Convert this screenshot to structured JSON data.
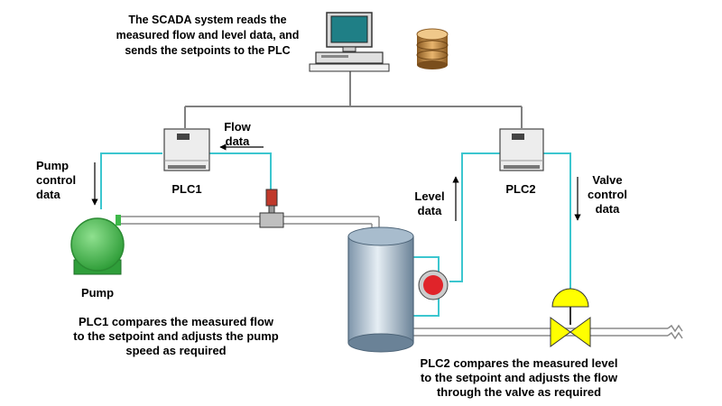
{
  "scada_note": {
    "lines": [
      "The SCADA system reads the",
      "measured flow and level data, and",
      "sends the setpoints to the PLC"
    ]
  },
  "plc1": {
    "label": "PLC1"
  },
  "plc2": {
    "label": "PLC2"
  },
  "flow_data": {
    "lines": [
      "Flow",
      "data"
    ]
  },
  "pump_control_data": {
    "lines": [
      "Pump",
      "control",
      "data"
    ]
  },
  "level_data": {
    "lines": [
      "Level",
      "data"
    ]
  },
  "valve_control_data": {
    "lines": [
      "Valve",
      "control",
      "data"
    ]
  },
  "pump": {
    "label": "Pump"
  },
  "plc1_note": {
    "lines": [
      "PLC1 compares the measured flow",
      "to the setpoint and adjusts the pump",
      "speed as required"
    ]
  },
  "plc2_note": {
    "lines": [
      "PLC2 compares the measured level",
      "to the setpoint and adjusts the flow",
      "through the valve as required"
    ]
  },
  "colors": {
    "signal_wire": "#3cc6cf",
    "network_wire": "#808080",
    "pump": "#3fb84a",
    "valve": "#ffff00",
    "level_sensor": "#e0242a",
    "monitor_screen": "#1f7f86",
    "database": "#c4904a"
  }
}
